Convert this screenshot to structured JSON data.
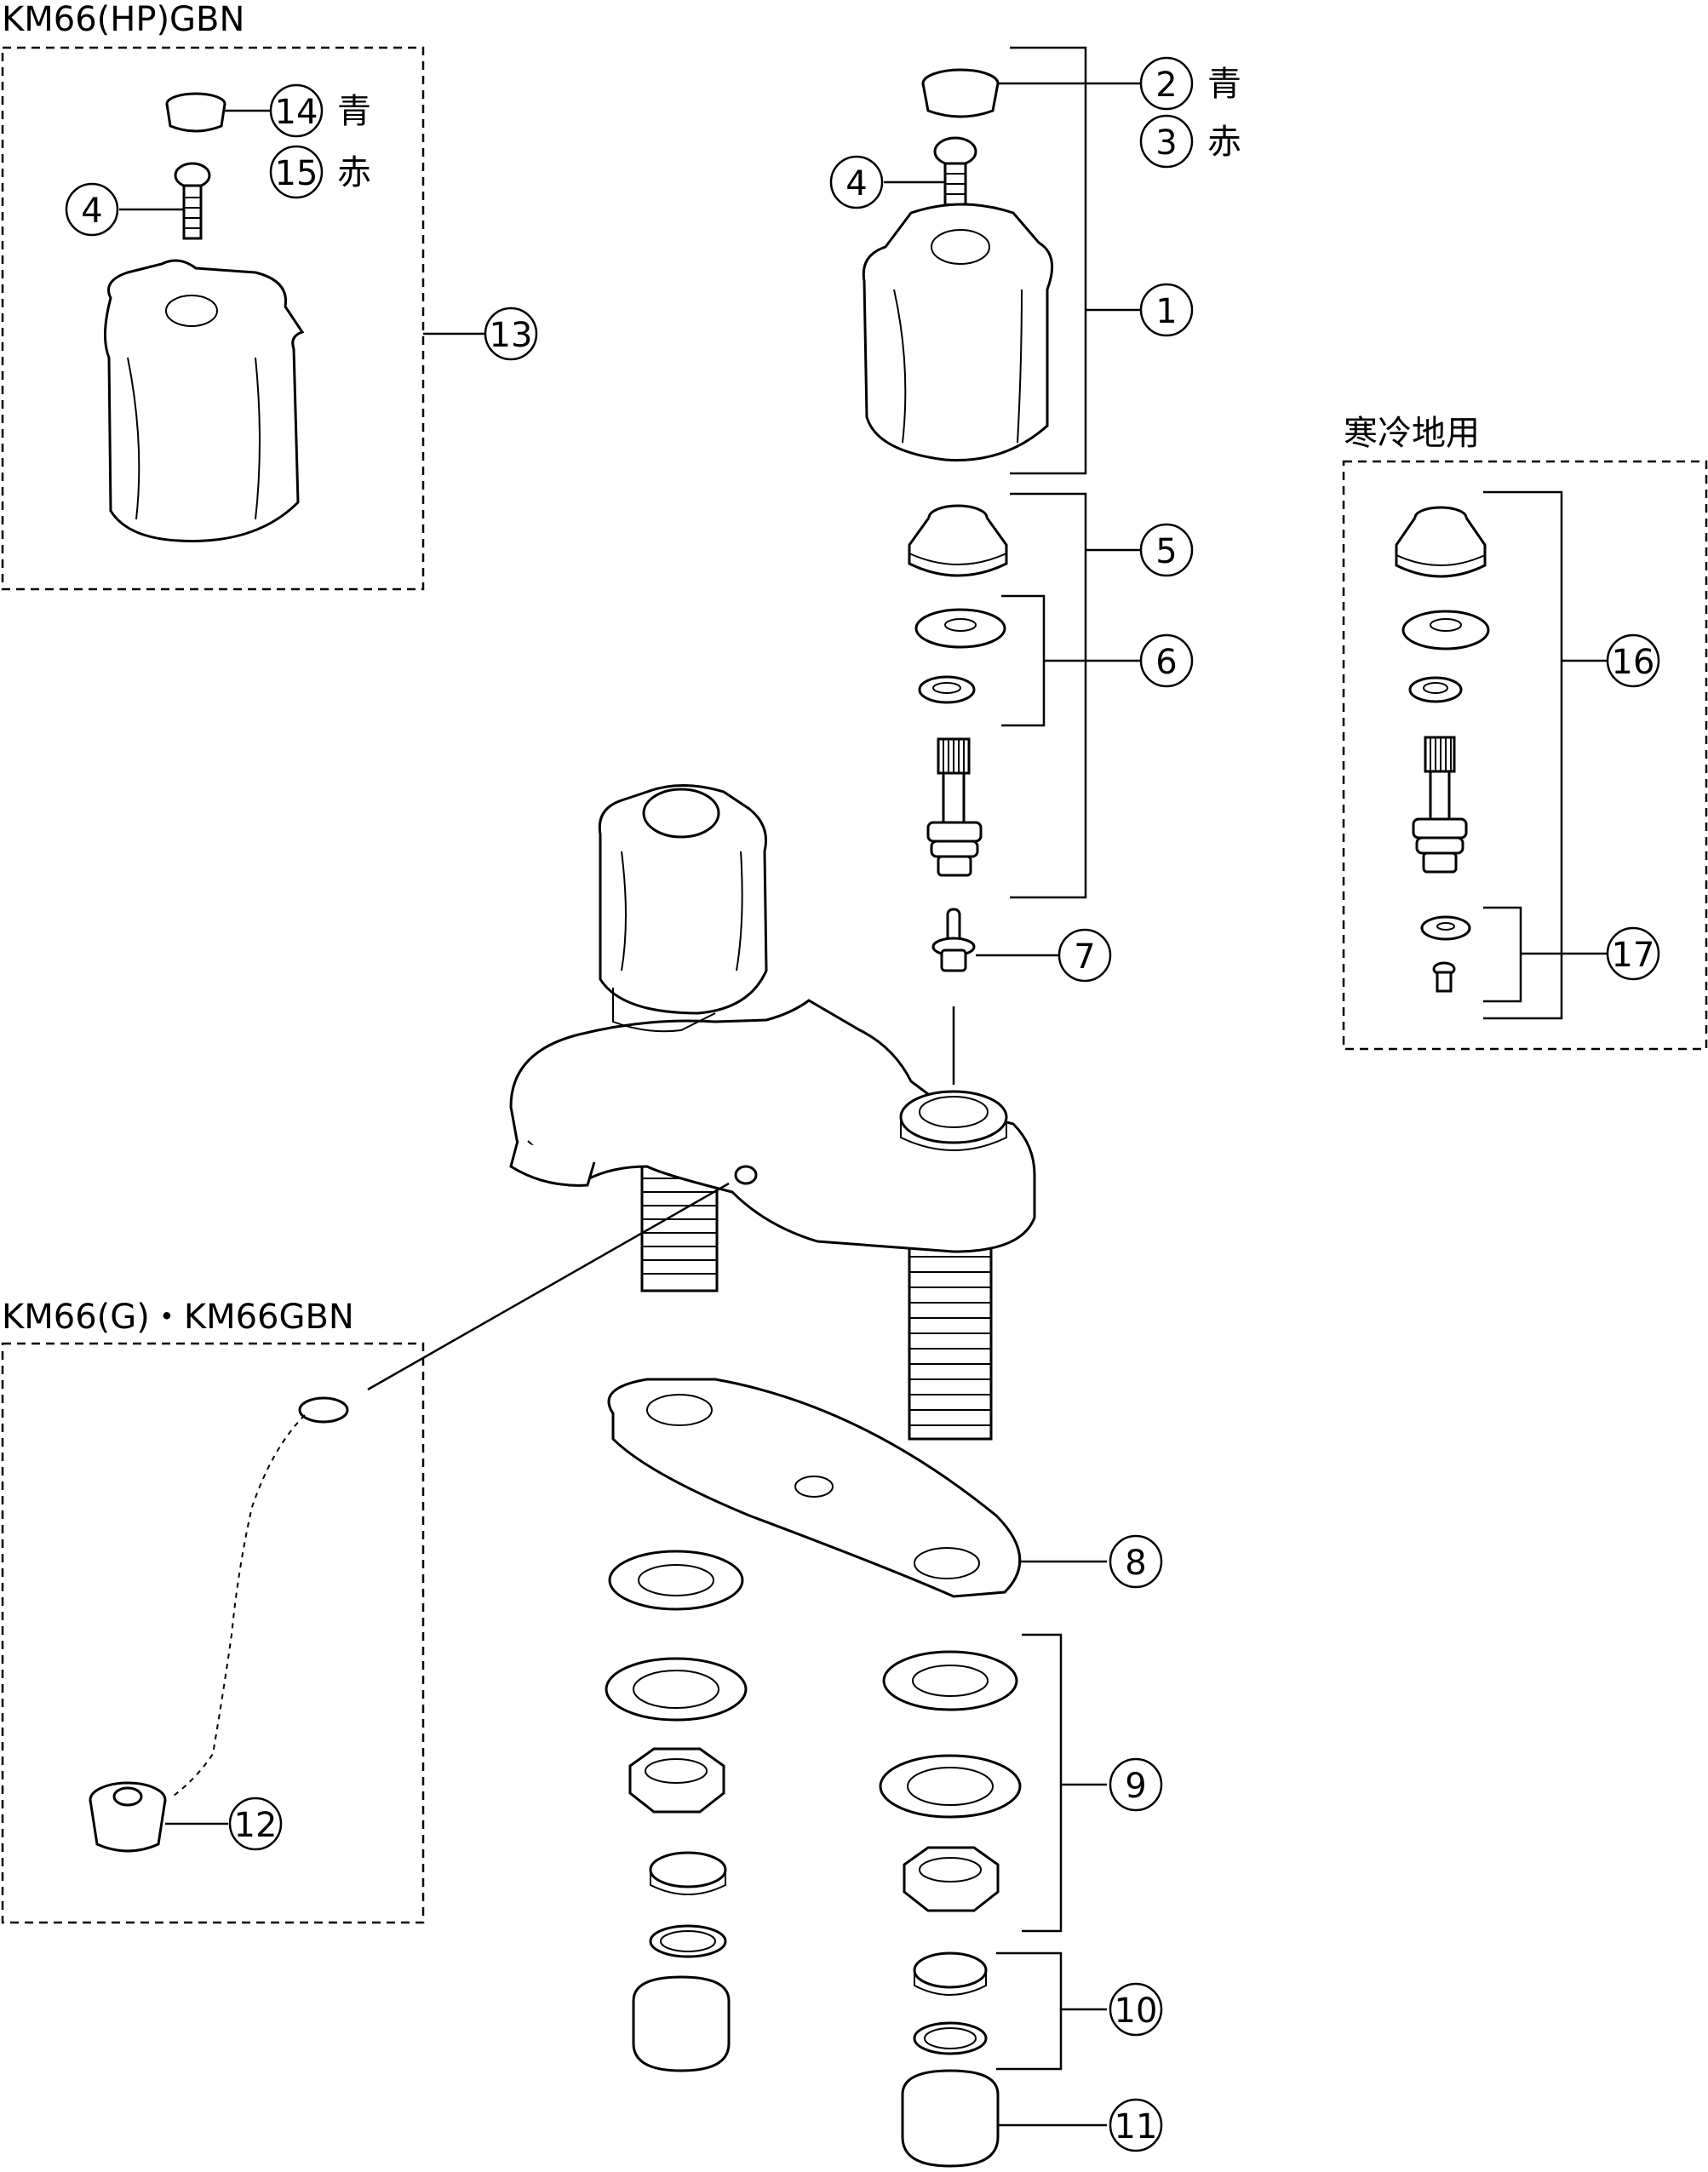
{
  "diagram": {
    "sections": {
      "hp_gbn": {
        "title": "KM66(HP)GBN"
      },
      "g_gbn": {
        "title": "KM66(G)・KM66GBN"
      },
      "cold": {
        "title": "寒冷地用"
      }
    },
    "callouts": {
      "c1": "1",
      "c2": "2",
      "c3": "3",
      "c4a": "4",
      "c4b": "4",
      "c5": "5",
      "c6": "6",
      "c7": "7",
      "c8": "8",
      "c9": "9",
      "c10": "10",
      "c11": "11",
      "c12": "12",
      "c13": "13",
      "c14": "14",
      "c15": "15",
      "c16": "16",
      "c17": "17"
    },
    "color_labels": {
      "blue_2": "青",
      "red_3": "赤",
      "blue_14": "青",
      "red_15": "赤"
    }
  },
  "colors": {
    "line": "#000000",
    "background": "#ffffff"
  }
}
